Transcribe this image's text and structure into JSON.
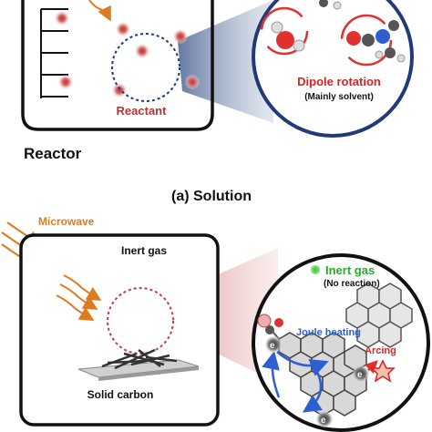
{
  "panel_a": {
    "reactant_label": "Reactant",
    "reactor_label": "Reactor",
    "dipole_title": "Dipole rotation",
    "dipole_subtitle": "(Mainly solvent)",
    "caption": "(a) Solution"
  },
  "panel_b": {
    "microwave_label": "Microwave",
    "inert_gas_label": "Inert gas",
    "solid_carbon_label": "Solid carbon",
    "zoom_inert_gas": "Inert gas",
    "zoom_no_reaction": "(No reaction)",
    "joule_heating": "Joule heating",
    "arcing": "Arcing",
    "electron": "e"
  },
  "colors": {
    "reactant_red": "#c03030",
    "microwave_orange": "#e07a20",
    "blue_arrow": "#2d5fd0",
    "green_dot": "#3cc43c",
    "zoom_red_dashed": "#c04040",
    "panel_a_beam": "#9aa8c4",
    "panel_b_beam": "#e6b8b8"
  }
}
